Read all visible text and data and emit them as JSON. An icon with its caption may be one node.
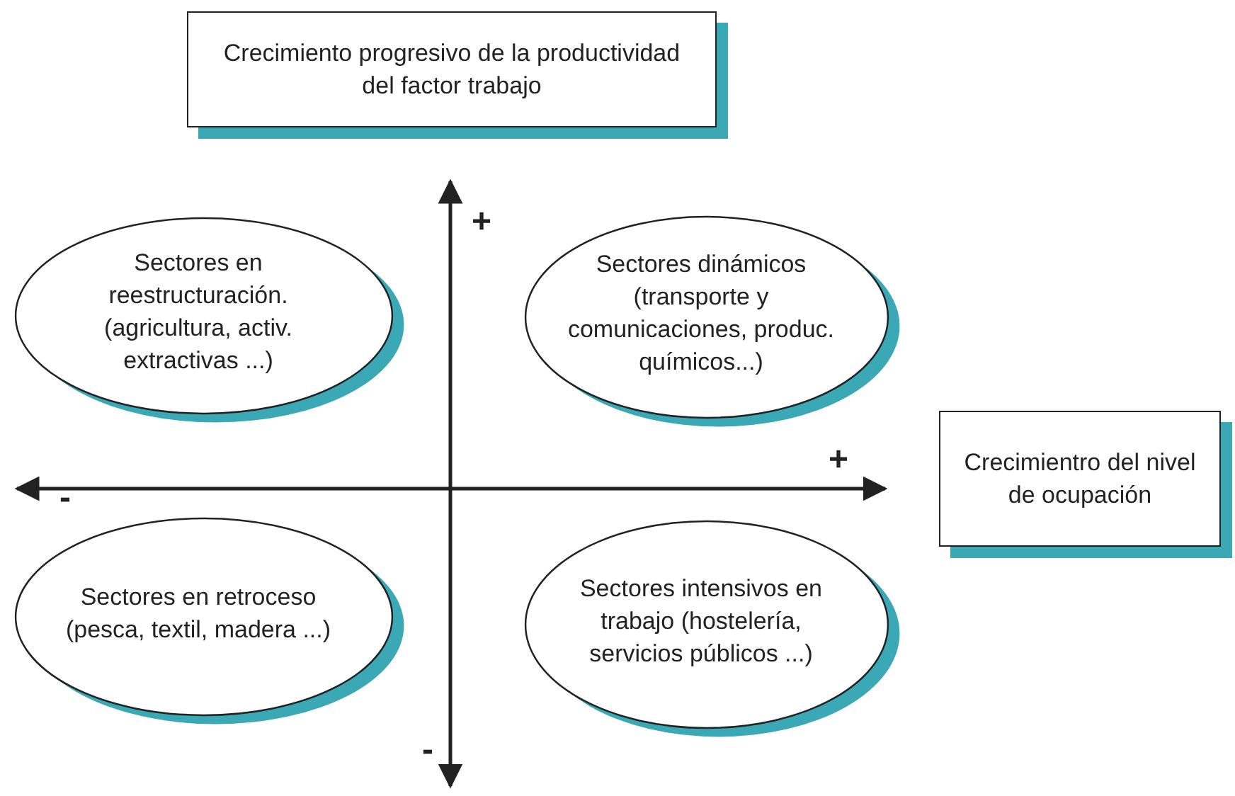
{
  "diagram": {
    "nodes": [
      {
        "text": [
          "Crecimiento progresivo de la productividad del factor trabajo"
        ]
      },
      {
        "text": [
          "Crecimientro del nivel de ocupación"
        ]
      },
      {
        "text": [
          "Sectores en reestructuración. (agricultura, activ. extractivas ...)"
        ]
      },
      {
        "text": [
          "Sectores dinámicos (transporte y comunicaciones, produc. químicos...)"
        ]
      },
      {
        "text": [
          "Sectores en retroceso (pesca, textil, madera ...)"
        ]
      },
      {
        "text": [
          "Sectores intensivos en trabajo (hostelería, servicios públicos ...)"
        ]
      }
    ],
    "labels": [
      "+",
      "+",
      "-",
      "-"
    ]
  }
}
